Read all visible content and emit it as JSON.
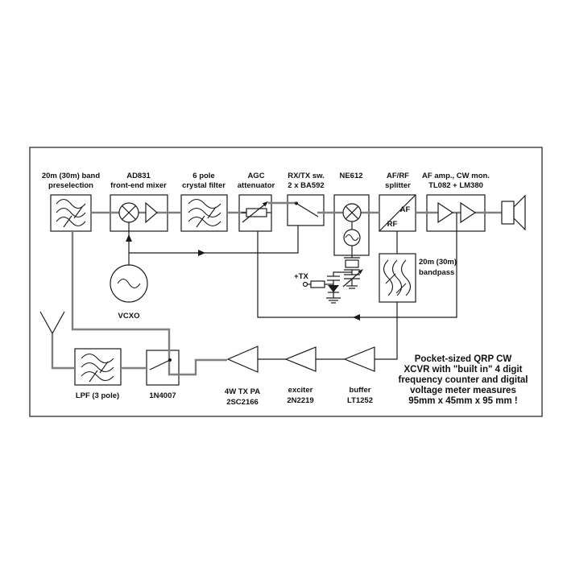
{
  "blocks": {
    "preselection": {
      "line1": "20m (30m) band",
      "line2": "preselection"
    },
    "mixer": {
      "line1": "AD831",
      "line2": "front-end mixer"
    },
    "crystal_filter": {
      "line1": "6 pole",
      "line2": "crystal filter"
    },
    "agc": {
      "line1": "AGC",
      "line2": "attenuator"
    },
    "rxtx_switch": {
      "line1": "RX/TX sw.",
      "line2": "2 x BA592"
    },
    "ne612": {
      "line1": "NE612"
    },
    "splitter": {
      "line1": "AF/RF",
      "line2": "splitter",
      "af_port": "AF",
      "rf_port": "RF"
    },
    "af_amp": {
      "line1": "AF amp., CW mon.",
      "line2": "TL082 + LM380"
    },
    "vcxo": {
      "label": "VCXO"
    },
    "bandpass": {
      "line1": "20m (30m)",
      "line2": "bandpass"
    },
    "lpf": {
      "label": "LPF (3 pole)"
    },
    "tr_switch": {
      "label": "1N4007"
    },
    "pa": {
      "line1": "4W TX PA",
      "line2": "2SC2166"
    },
    "exciter": {
      "line1": "exciter",
      "line2": "2N2219"
    },
    "buffer": {
      "line1": "buffer",
      "line2": "LT1252"
    },
    "tx_input": {
      "label": "+TX"
    }
  },
  "caption": {
    "line1": "Pocket-sized QRP CW",
    "line2": "XCVR with \"built in\" 4 digit",
    "line3": "frequency counter and digital",
    "line4": "voltage meter measures",
    "line5": "95mm x 45mm x 95 mm !"
  },
  "colors": {
    "signal_path": "#7f7f7f",
    "component_outline": "#1a1a1a",
    "background": "#ffffff"
  }
}
